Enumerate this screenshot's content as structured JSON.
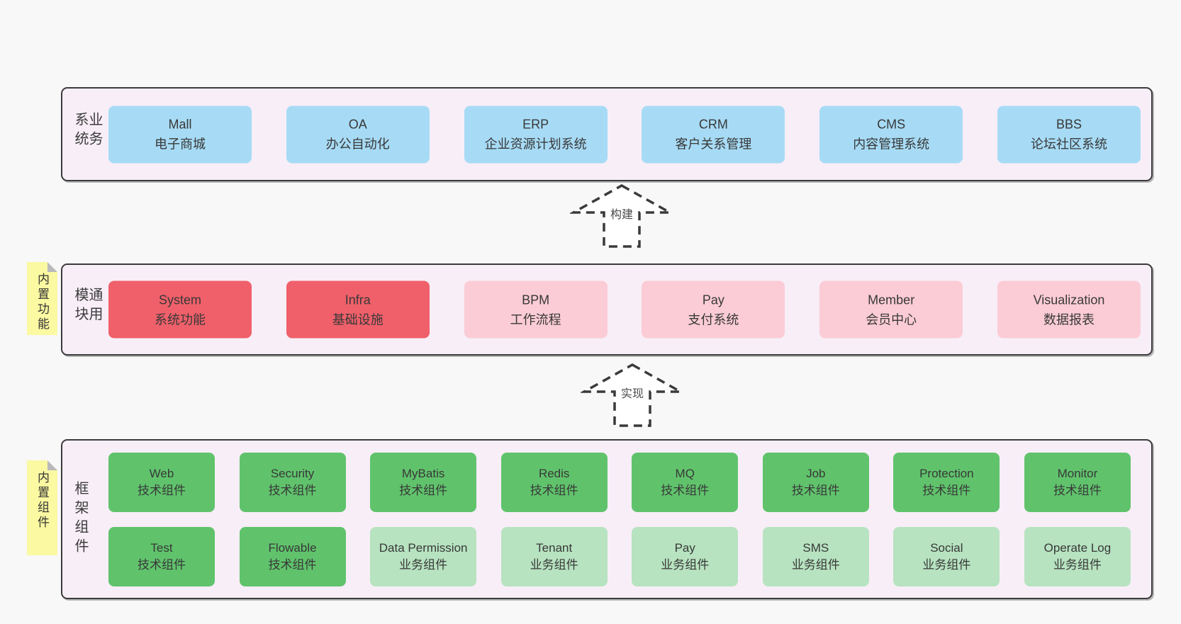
{
  "colors": {
    "page_background": "#f8f8f8",
    "band_background": "#f8eef7",
    "band_border": "#3b3b3b",
    "box_blue": "#a7dbf5",
    "box_red": "#f0606a",
    "box_pink": "#fbccd6",
    "box_green": "#60c36c",
    "box_lightgreen": "#b7e3c0",
    "sticky_yellow": "#fbf9a1",
    "sticky_fold_gray": "#b9b9bb",
    "text": "#383838"
  },
  "arrows": [
    {
      "label": "构建"
    },
    {
      "label": "实现"
    }
  ],
  "stickies": [
    {
      "label": "内置功能"
    },
    {
      "label": "内置组件"
    }
  ],
  "bands": [
    {
      "label": "业务系统",
      "boxes": [
        {
          "name": "Mall",
          "desc": "电子商城",
          "variant": "blue"
        },
        {
          "name": "OA",
          "desc": "办公自动化",
          "variant": "blue"
        },
        {
          "name": "ERP",
          "desc": "企业资源计划系统",
          "variant": "blue"
        },
        {
          "name": "CRM",
          "desc": "客户关系管理",
          "variant": "blue"
        },
        {
          "name": "CMS",
          "desc": "内容管理系统",
          "variant": "blue"
        },
        {
          "name": "BBS",
          "desc": "论坛社区系统",
          "variant": "blue"
        }
      ]
    },
    {
      "label": "通用模块",
      "boxes": [
        {
          "name": "System",
          "desc": "系统功能",
          "variant": "red"
        },
        {
          "name": "Infra",
          "desc": "基础设施",
          "variant": "red"
        },
        {
          "name": "BPM",
          "desc": "工作流程",
          "variant": "pink"
        },
        {
          "name": "Pay",
          "desc": "支付系统",
          "variant": "pink"
        },
        {
          "name": "Member",
          "desc": "会员中心",
          "variant": "pink"
        },
        {
          "name": "Visualization",
          "desc": "数据报表",
          "variant": "pink"
        }
      ]
    },
    {
      "label": "框架组件",
      "rows": [
        [
          {
            "name": "Web",
            "desc": "技术组件",
            "variant": "green"
          },
          {
            "name": "Security",
            "desc": "技术组件",
            "variant": "green"
          },
          {
            "name": "MyBatis",
            "desc": "技术组件",
            "variant": "green"
          },
          {
            "name": "Redis",
            "desc": "技术组件",
            "variant": "green"
          },
          {
            "name": "MQ",
            "desc": "技术组件",
            "variant": "green"
          },
          {
            "name": "Job",
            "desc": "技术组件",
            "variant": "green"
          },
          {
            "name": "Protection",
            "desc": "技术组件",
            "variant": "green"
          },
          {
            "name": "Monitor",
            "desc": "技术组件",
            "variant": "green"
          }
        ],
        [
          {
            "name": "Test",
            "desc": "技术组件",
            "variant": "green"
          },
          {
            "name": "Flowable",
            "desc": "技术组件",
            "variant": "green"
          },
          {
            "name": "Data Permission",
            "desc": "业务组件",
            "variant": "lightgreen"
          },
          {
            "name": "Tenant",
            "desc": "业务组件",
            "variant": "lightgreen"
          },
          {
            "name": "Pay",
            "desc": "业务组件",
            "variant": "lightgreen"
          },
          {
            "name": "SMS",
            "desc": "业务组件",
            "variant": "lightgreen"
          },
          {
            "name": "Social",
            "desc": "业务组件",
            "variant": "lightgreen"
          },
          {
            "name": "Operate Log",
            "desc": "业务组件",
            "variant": "lightgreen"
          }
        ]
      ]
    }
  ]
}
